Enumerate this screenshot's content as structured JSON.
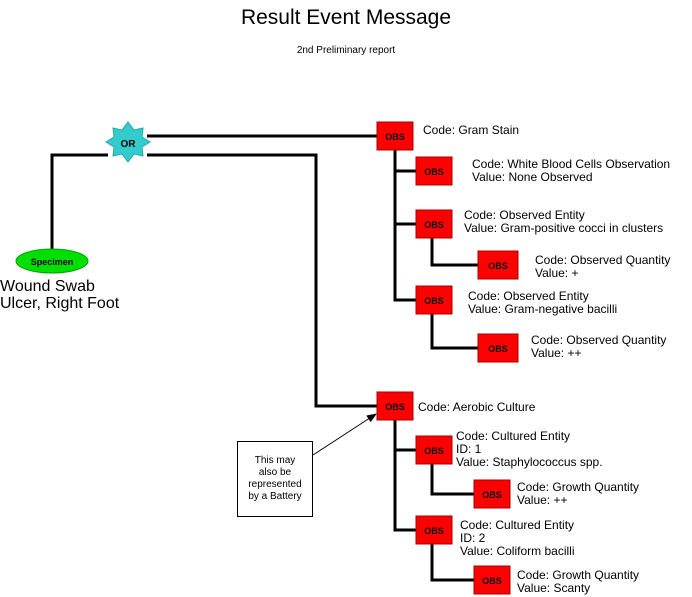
{
  "title": "Result Event Message",
  "subtitle": "2nd Preliminary report",
  "specimen": {
    "badge": "Specimen",
    "label_line1": "Wound Swab",
    "label_line2": "Ulcer, Right Foot"
  },
  "or_node": {
    "label": "OR"
  },
  "obs_badge": "OBS",
  "note": {
    "line1": "This may",
    "line2": "also be",
    "line3": "represented",
    "line4": "by a Battery"
  },
  "gram_stain": {
    "code": "Code: Gram Stain",
    "wbc": {
      "code": "Code: White Blood Cells Observation",
      "value": "Value: None Observed"
    },
    "entity1": {
      "code": "Code: Observed Entity",
      "value": "Value: Gram-positive cocci in clusters",
      "quantity": {
        "code": "Code: Observed Quantity",
        "value": "Value: +"
      }
    },
    "entity2": {
      "code": "Code: Observed Entity",
      "value": "Value: Gram-negative bacilli",
      "quantity": {
        "code": "Code: Observed Quantity",
        "value": "Value: ++"
      }
    }
  },
  "aerobic_culture": {
    "code": "Code: Aerobic Culture",
    "entity1": {
      "code": "Code: Cultured Entity",
      "id": "ID: 1",
      "value": "Value: Staphylococcus spp.",
      "growth": {
        "code": "Code: Growth Quantity",
        "value": "Value: ++"
      }
    },
    "entity2": {
      "code": "Code: Cultured Entity",
      "id": "ID: 2",
      "value": "Value: Coliform bacilli",
      "growth": {
        "code": "Code: Growth Quantity",
        "value": "Value: Scanty"
      }
    }
  },
  "colors": {
    "obs_fill": "#ff0000",
    "specimen_fill": "#00e000",
    "or_fill": "#33cccc",
    "line": "#000000"
  }
}
